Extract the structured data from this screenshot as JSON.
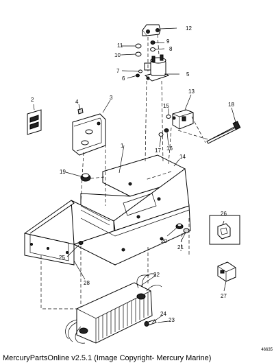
{
  "diagram": {
    "callouts": [
      "1",
      "2",
      "3",
      "4",
      "5",
      "6",
      "7",
      "8",
      "9",
      "10",
      "11",
      "12",
      "13",
      "14",
      "15",
      "16",
      "17",
      "18",
      "19",
      "20",
      "21",
      "22",
      "23",
      "24",
      "25",
      "26",
      "27",
      "28"
    ],
    "reference_number": "46635"
  },
  "footer": {
    "caption": "MercuryPartsOnline v2.5.1 (Image Copyright- Mercury Marine)"
  }
}
